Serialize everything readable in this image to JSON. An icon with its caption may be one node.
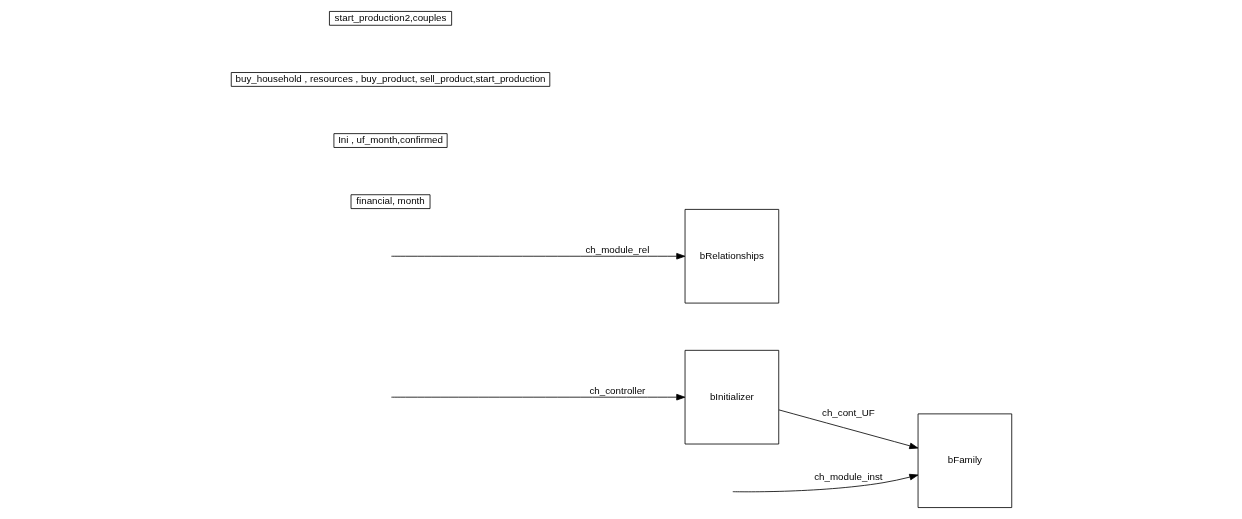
{
  "diagram": {
    "nodes": [
      {
        "text": [
          "bFamily"
        ]
      },
      {
        "text": [
          "bInitializer"
        ]
      },
      {
        "text": [
          "bRelationships"
        ]
      }
    ],
    "edges": [
      {
        "from": null,
        "to": 0,
        "arrow": "to",
        "label": "ch_module_inst"
      },
      {
        "from": 1,
        "to": 0,
        "arrow": "to",
        "label": "ch_cont_UF"
      },
      {
        "from": null,
        "to": 1,
        "arrow": "to",
        "label": "ch_controller"
      },
      {
        "from": null,
        "to": 2,
        "arrow": "to",
        "label": "ch_module_rel"
      }
    ],
    "labels": [
      "financial, month",
      "Ini , uf_month,confirmed",
      "buy_household , resources , buy_product, sell_product,start_production",
      "start_production2,couples"
    ]
  }
}
